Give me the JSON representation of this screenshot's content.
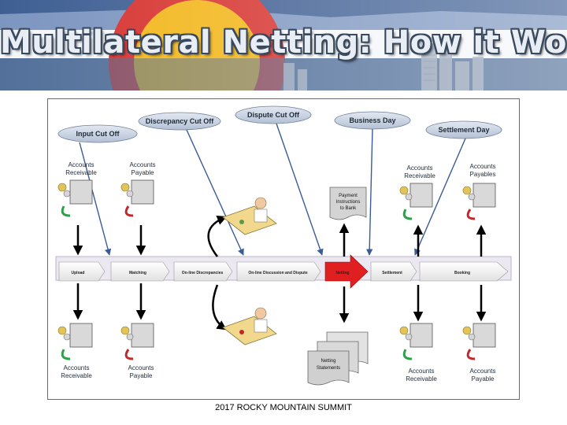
{
  "slide": {
    "title": "Multilateral Netting: How it Works",
    "footer": "2017 ROCKY MOUNTAIN SUMMIT"
  },
  "diagram": {
    "cutoff_bubbles": [
      {
        "label": "Input Cut Off"
      },
      {
        "label": "Discrepancy Cut Off"
      },
      {
        "label": "Dispute Cut Off"
      },
      {
        "label": "Business Day"
      },
      {
        "label": "Settlement Day"
      }
    ],
    "top_accounts": [
      {
        "line1": "Accounts",
        "line2": "Receivable",
        "arrow_color": "#2f9e4a"
      },
      {
        "line1": "Accounts",
        "line2": "Payable",
        "arrow_color": "#c0282b"
      },
      {
        "line1": "Accounts",
        "line2": "Receivable",
        "arrow_color": "#2f9e4a"
      },
      {
        "line1": "Accounts",
        "line2": "Payables",
        "arrow_color": "#c0282b"
      }
    ],
    "bottom_accounts": [
      {
        "line1": "Accounts",
        "line2": "Receivable",
        "arrow_color": "#2f9e4a"
      },
      {
        "line1": "Accounts",
        "line2": "Payable",
        "arrow_color": "#c0282b"
      },
      {
        "line1": "Accounts",
        "line2": "Receivable",
        "arrow_color": "#2f9e4a"
      },
      {
        "line1": "Accounts",
        "line2": "Payable",
        "arrow_color": "#c0282b"
      }
    ],
    "process_stages": [
      {
        "label": "Upload"
      },
      {
        "label": "Matching"
      },
      {
        "label": "On-line Discrepancies"
      },
      {
        "label": "On-line Discussion and Dispute"
      },
      {
        "label": "Netting"
      },
      {
        "label": "Settlement"
      },
      {
        "label": "Booking"
      }
    ],
    "documents": {
      "payment_instructions": {
        "line1": "Payment",
        "line2": "Instructions",
        "line3": "to Bank"
      },
      "netting_statements": {
        "line1": "Netting",
        "line2": "Statements"
      }
    },
    "colors": {
      "netting_highlight": "#e02020",
      "bubble_fill": "#c7d2e2",
      "process_band": "#ece8f2"
    }
  }
}
